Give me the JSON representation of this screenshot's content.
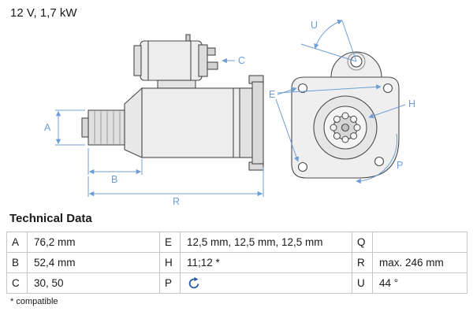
{
  "header": {
    "power_rating": "12 V, 1,7 kW"
  },
  "diagram": {
    "description": "starter-motor-technical-drawing",
    "dimension_color": "#6d9fd6",
    "labels": {
      "A": "A",
      "B": "B",
      "C": "C",
      "E": "E",
      "H": "H",
      "P": "P",
      "R": "R",
      "U": "U"
    }
  },
  "technical_data": {
    "title": "Technical Data",
    "rows": [
      {
        "c1k": "A",
        "c1v": "76,2 mm",
        "c2k": "E",
        "c2v": "12,5 mm, 12,5 mm, 12,5 mm",
        "c3k": "Q",
        "c3v": ""
      },
      {
        "c1k": "B",
        "c1v": "52,4 mm",
        "c2k": "H",
        "c2v": "11;12 *",
        "c3k": "R",
        "c3v": "max. 246 mm"
      },
      {
        "c1k": "C",
        "c1v": "30, 50",
        "c2k": "P",
        "c2v": "",
        "p_icon": "rotation-clockwise-icon",
        "c3k": "U",
        "c3v": "44 °"
      }
    ],
    "footnote": "* compatible"
  }
}
